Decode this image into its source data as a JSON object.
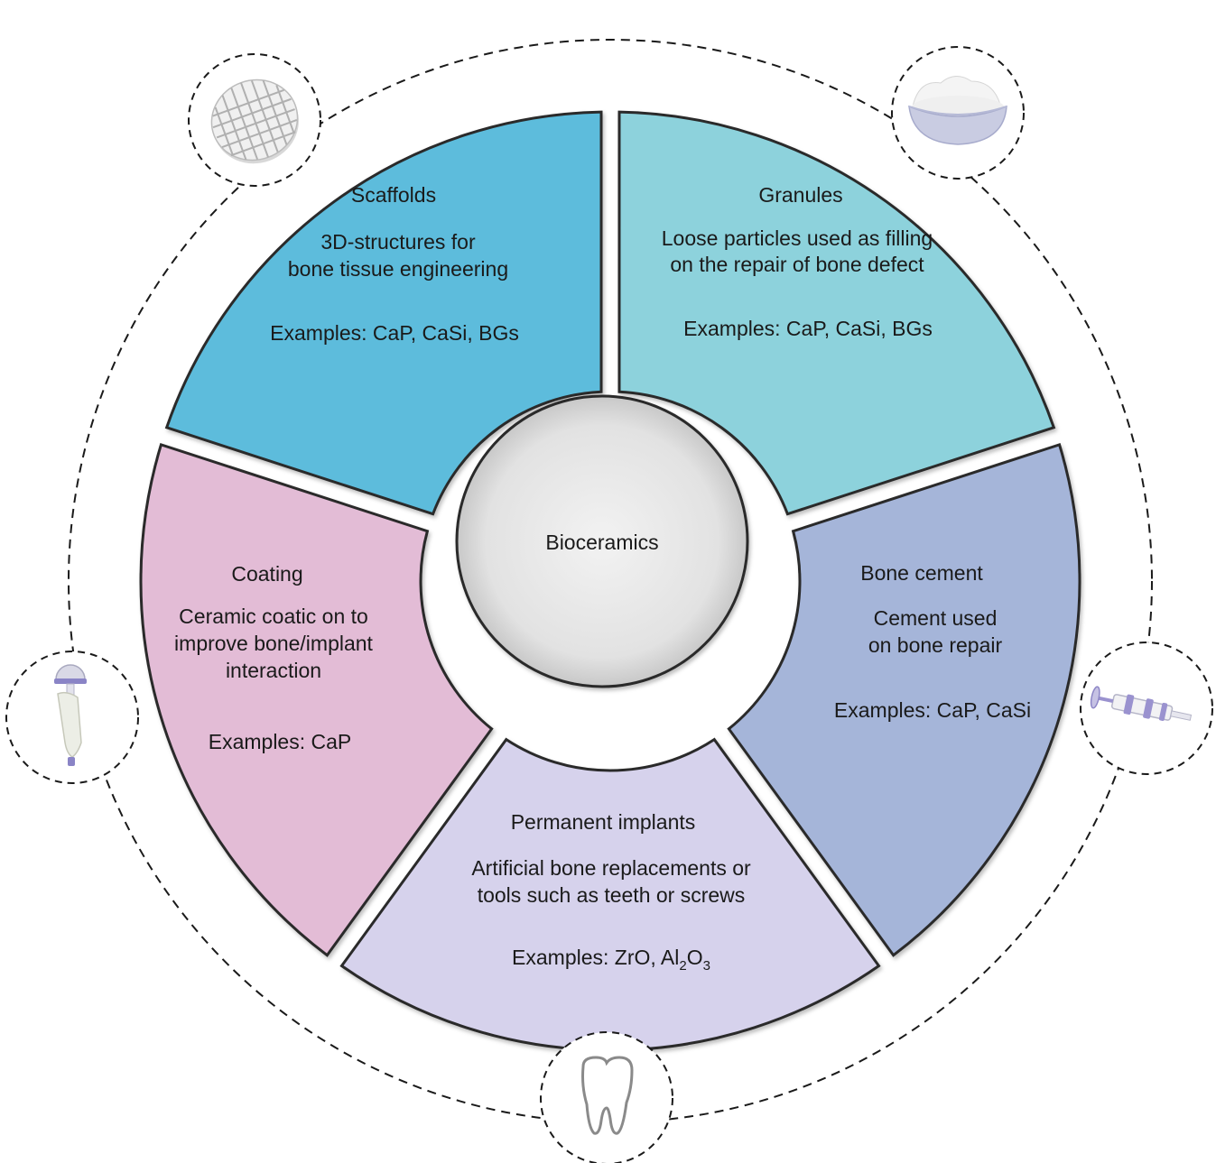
{
  "center": {
    "label": "Bioceramics",
    "fill": "#e3e3e3"
  },
  "segments": [
    {
      "id": "scaffolds",
      "color": "#5dbcdc",
      "title": "Scaffolds",
      "description": [
        "3D-structures for",
        "bone tissue engineering"
      ],
      "examples": "Examples: CaP, CaSi, BGs"
    },
    {
      "id": "granules",
      "color": "#8dd2dc",
      "title": "Granules",
      "description": [
        "Loose particles used as filling",
        "on the repair of bone defect"
      ],
      "examples": "Examples: CaP, CaSi, BGs"
    },
    {
      "id": "bone-cement",
      "color": "#a5b5d9",
      "title": "Bone cement",
      "description": [
        "Cement used",
        "on bone repair"
      ],
      "examples": "Examples: CaP, CaSi"
    },
    {
      "id": "permanent-implants",
      "color": "#d6d2ec",
      "title": "Permanent implants",
      "description": [
        "Artificial bone replacements or",
        "tools such as teeth or screws"
      ],
      "examples_prefix": "Examples: ZrO, Al",
      "examples_sub1": "2",
      "examples_mid": "O",
      "examples_sub2": "3"
    },
    {
      "id": "coating",
      "color": "#e3bcd6",
      "title": "Coating",
      "description": [
        "Ceramic coatic on to",
        "improve bone/implant",
        "interaction"
      ],
      "examples": "Examples: CaP"
    }
  ],
  "icons": [
    {
      "name": "scaffold-lattice-icon"
    },
    {
      "name": "granules-bowl-icon"
    },
    {
      "name": "cement-syringe-icon"
    },
    {
      "name": "tooth-icon"
    },
    {
      "name": "hip-implant-icon"
    }
  ],
  "colors": {
    "outline": "#2a2a2a",
    "dashed_ring": "#1a1a1a"
  }
}
